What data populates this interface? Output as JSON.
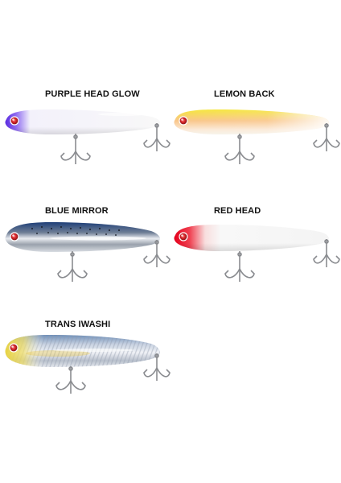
{
  "lures": [
    {
      "name": "PURPLE HEAD GLOW",
      "head_color": "#7a4fe0",
      "body_color": "#f7f7f9",
      "style": "purple-head"
    },
    {
      "name": "LEMON BACK",
      "head_color": "#f6e24a",
      "body_color": "#fbf6e6",
      "style": "lemon-back"
    },
    {
      "name": "BLUE MIRROR",
      "head_color": "#2f4b7a",
      "body_color": "#c9d0db",
      "style": "blue-mirror"
    },
    {
      "name": "RED HEAD",
      "head_color": "#e8142c",
      "body_color": "#f8f8f8",
      "style": "red-head"
    },
    {
      "name": "TRANS IWASHI",
      "head_color": "#e8d23a",
      "body_color": "#cfd6e0",
      "style": "trans-iwashi"
    }
  ],
  "icons": {
    "eye": "eye-icon",
    "hook": "treble-hook-icon"
  },
  "colors": {
    "eye": "#d8262a",
    "hook": "#8a8c90",
    "background": "#ffffff"
  }
}
